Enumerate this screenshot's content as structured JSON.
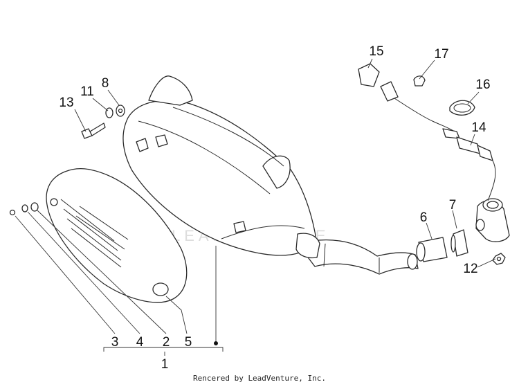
{
  "watermark": "LEADVENTURE",
  "callouts": [
    {
      "id": "c15",
      "label": "15"
    },
    {
      "id": "c17",
      "label": "17"
    },
    {
      "id": "c16",
      "label": "16"
    },
    {
      "id": "c14",
      "label": "14"
    },
    {
      "id": "c13",
      "label": "13"
    },
    {
      "id": "c11",
      "label": "11"
    },
    {
      "id": "c8",
      "label": "8"
    },
    {
      "id": "c7",
      "label": "7"
    },
    {
      "id": "c6",
      "label": "6"
    },
    {
      "id": "c12",
      "label": "12"
    },
    {
      "id": "c3",
      "label": "3"
    },
    {
      "id": "c4",
      "label": "4"
    },
    {
      "id": "c2",
      "label": "2"
    },
    {
      "id": "c5",
      "label": "5"
    },
    {
      "id": "c1",
      "label": "1"
    }
  ],
  "footer": "Rencered by LeadVenture, Inc."
}
